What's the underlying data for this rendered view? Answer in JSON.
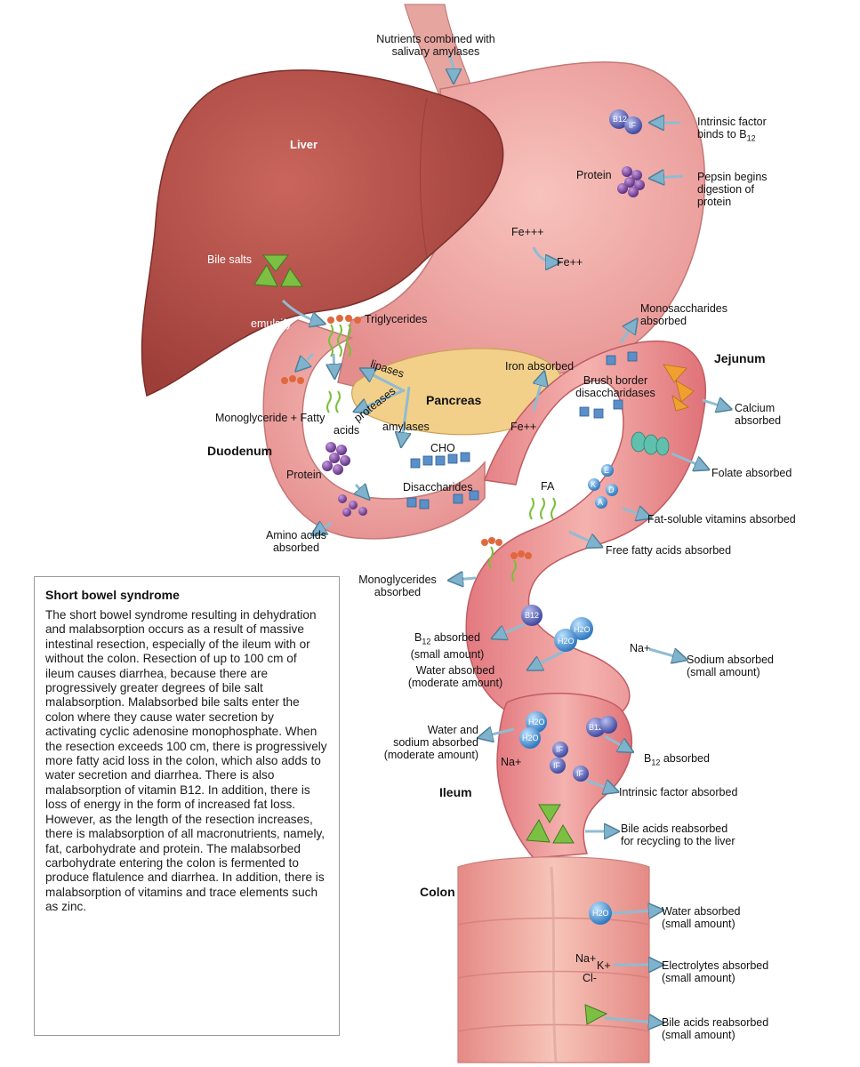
{
  "labels": {
    "nutrients": [
      "Nutrients combined with",
      "salivary amylases"
    ],
    "liver": "Liver",
    "intrinsic_factor": [
      "Intrinsic factor",
      "binds to B",
      "12"
    ],
    "protein_stomach": "Protein",
    "pepsin": [
      "Pepsin begins",
      "digestion of",
      "protein"
    ],
    "fe3": "Fe+++",
    "fe2_stomach": "Fe++",
    "bile_salts": "Bile salts",
    "emulsify": "emulsify",
    "triglycerides": "Triglycerides",
    "lipases": "lipases",
    "proteases": "proteases",
    "pancreas": "Pancreas",
    "amylases": "amylases",
    "monoglyceride_fatty": [
      "Monoglyceride  +  Fatty",
      "acids"
    ],
    "duodenum": "Duodenum",
    "protein_duodenum": "Protein",
    "cho": "CHO",
    "disaccharides": "Disaccharides",
    "amino_acids": [
      "Amino acids",
      "absorbed"
    ],
    "monosaccharides": [
      "Monosaccharides",
      "absorbed"
    ],
    "iron_absorbed": "Iron absorbed",
    "fe2_jejunum": "Fe++",
    "brush_border": [
      "Brush border",
      "disaccharidases"
    ],
    "jejunum": "Jejunum",
    "calcium": [
      "Calcium",
      "absorbed"
    ],
    "folate": "Folate absorbed",
    "fa": "FA",
    "fat_soluble": "Fat-soluble vitamins absorbed",
    "free_fatty": "Free fatty acids absorbed",
    "monoglycerides_absorbed": [
      "Monoglycerides",
      "absorbed"
    ],
    "b12_small": [
      "B",
      "12",
      " absorbed",
      "(small amount)"
    ],
    "water_moderate": [
      "Water absorbed",
      "(moderate amount)"
    ],
    "na_plus": "Na+",
    "sodium_small": [
      "Sodium absorbed",
      "(small amount)"
    ],
    "water_sodium": [
      "Water and",
      "sodium absorbed",
      "(moderate amount)"
    ],
    "na_plus_ileum": "Na+",
    "b12_absorbed": [
      "B",
      "12",
      " absorbed"
    ],
    "ileum": "Ileum",
    "intrinsic_absorbed": "Intrinsic factor absorbed",
    "bile_recycle": [
      "Bile acids reabsorbed",
      "for recycling to the liver"
    ],
    "colon": "Colon",
    "water_small": [
      "Water absorbed",
      "(small amount)"
    ],
    "colon_ions": [
      "Na+",
      "K+",
      "Cl-"
    ],
    "electrolytes": [
      "Electrolytes absorbed",
      "(small amount)"
    ],
    "bile_small": [
      "Bile acids reabsorbed",
      "(small amount)"
    ]
  },
  "balls": {
    "b12": "B12",
    "if": "IF",
    "h2o": "H2O",
    "vit_e": "E",
    "vit_k": "K",
    "vit_d": "D",
    "vit_a": "A"
  },
  "box": {
    "title": "Short bowel syndrome",
    "body": "The short bowel syndrome resulting in dehydration and malabsorption occurs as a result of massive intestinal resection, especially of the ileum with or without the colon. Resection of up to 100 cm of ileum causes diarrhea, because there are progressively greater degrees of bile salt malabsorption. Malabsorbed bile salts enter the colon where they cause water secretion by activating cyclic adenosine monophosphate. When the resection exceeds 100 cm, there is progressively more fatty acid loss in the colon, which also adds to water secretion and diarrhea. There is also malabsorption of vitamin B12. In addition, there is loss of energy in the form of increased fat loss. However, as the length of the resection increases, there is malabsorption of all macronutrients, namely, fat, carbohydrate and protein. The malabsorbed carbohydrate entering the colon is fermented to produce flatulence and diarrhea. In addition, there is malabsorption of vitamins and trace elements such as zinc."
  },
  "colors": {
    "liver": "#b8514a",
    "stomach": "#f0a3a2",
    "intestine": "#e98b8c",
    "pancreas": "#f4d48e",
    "arrow": "#8fbcd2",
    "protein": "#7c4a9c",
    "b12_ball": "#5b64b8",
    "h2o_ball": "#4a8fd0",
    "triangle": "#7cc043",
    "cube": "#5a8fc9",
    "calcium": "#f0a030",
    "folate": "#58b5a6"
  }
}
